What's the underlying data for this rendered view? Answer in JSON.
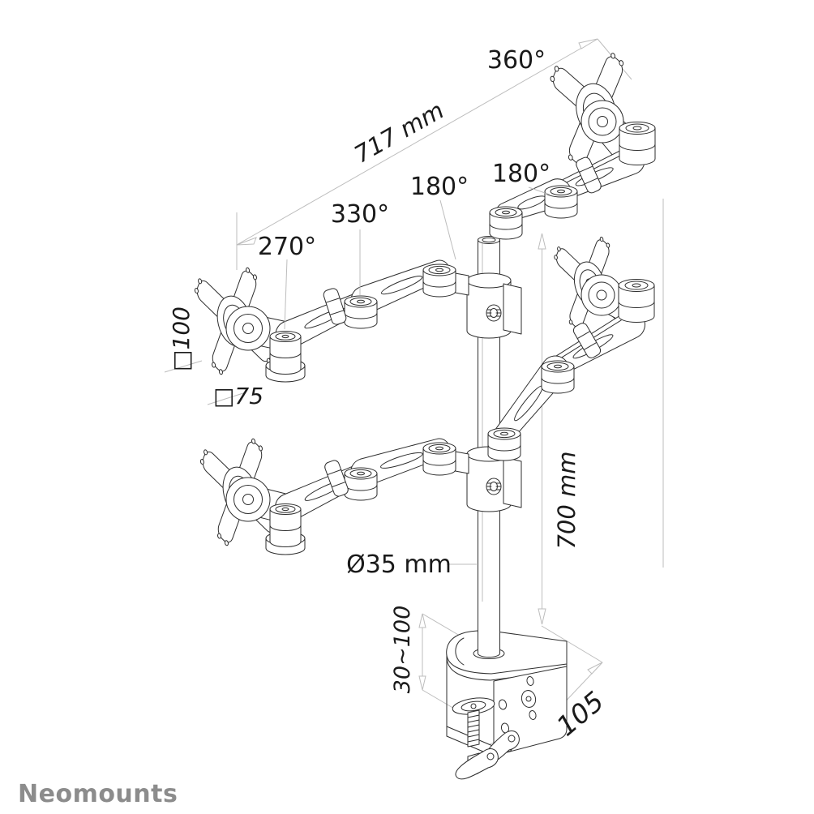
{
  "labels": {
    "swivel_360": "360°",
    "span_717": "717 mm",
    "rot_180_left": "180°",
    "rot_180_right": "180°",
    "rot_330": "330°",
    "rot_270": "270°",
    "vesa_100": "□100",
    "vesa_75": "□75",
    "height_700": "700 mm",
    "dia_35": "Ø35 mm",
    "clamp_range": "30~100",
    "clamp_depth": "105"
  },
  "branding": {
    "logo_text": "Neomounts"
  },
  "colors": {
    "line": "#2e2e2e",
    "dimension_line": "#bdbdbd",
    "label_text": "#1a1a1a",
    "logo_gray": "#8c8c8c",
    "background": "#ffffff"
  }
}
